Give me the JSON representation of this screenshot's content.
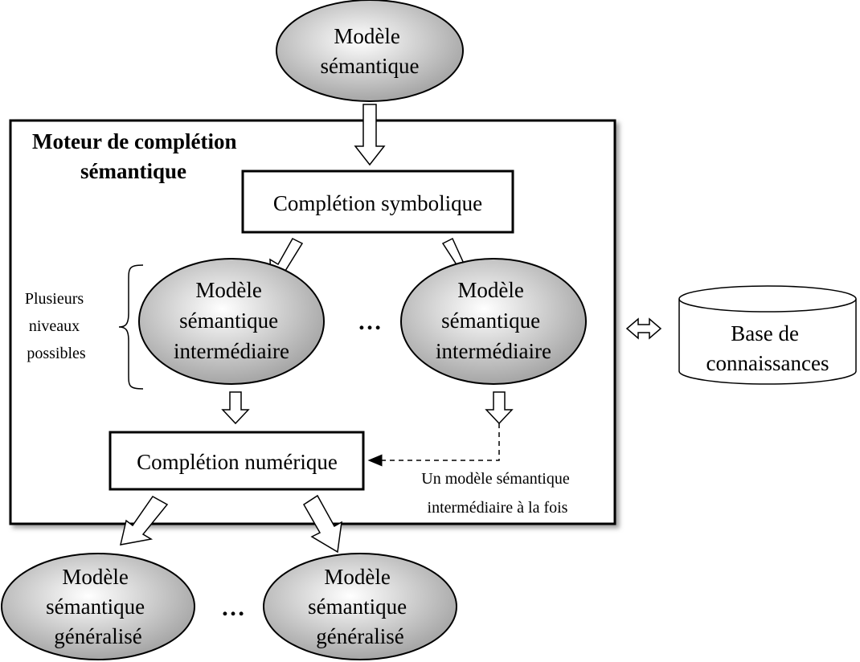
{
  "input_node": {
    "line1": "Modèle",
    "line2": "sémantique"
  },
  "engine": {
    "title_line1": "Moteur de complétion",
    "title_line2": "sémantique"
  },
  "symbolic_completion": {
    "label": "Complétion symbolique"
  },
  "numeric_completion": {
    "label": "Complétion numérique"
  },
  "levels_note": {
    "line1": "Plusieurs",
    "line2": "niveaux",
    "line3": "possibles"
  },
  "intermediate_nodes": [
    {
      "line1": "Modèle",
      "line2": "sémantique",
      "line3": "intermédiaire"
    },
    {
      "line1": "Modèle",
      "line2": "sémantique",
      "line3": "intermédiaire"
    }
  ],
  "intermediate_ellipsis": "…",
  "one_at_a_time_note": {
    "line1": "Un modèle sémantique",
    "line2": "intermédiaire à la fois"
  },
  "knowledge_base": {
    "line1": "Base de",
    "line2": "connaissances"
  },
  "output_nodes": [
    {
      "line1": "Modèle",
      "line2": "sémantique",
      "line3": "généralisé"
    },
    {
      "line1": "Modèle",
      "line2": "sémantique",
      "line3": "généralisé"
    }
  ],
  "output_ellipsis": "…",
  "colors": {
    "node_fill_light": "#ffffff",
    "node_fill_dark": "#9e9e9e",
    "stroke": "#000000",
    "shadow": "#9a9a9a"
  }
}
